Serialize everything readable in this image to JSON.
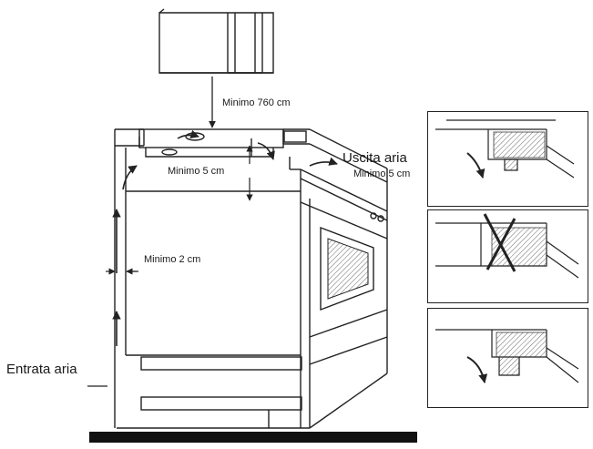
{
  "labels": {
    "min_760": "Minimo 760 cm",
    "min_5_left": "Minimo 5 cm",
    "outlet_title": "Uscita aria",
    "min_5_right": "Minimo 5 cm",
    "min_2": "Minimo 2 cm",
    "inlet": "Entrata aria"
  },
  "colors": {
    "line": "#222222",
    "floor": "#111111"
  }
}
